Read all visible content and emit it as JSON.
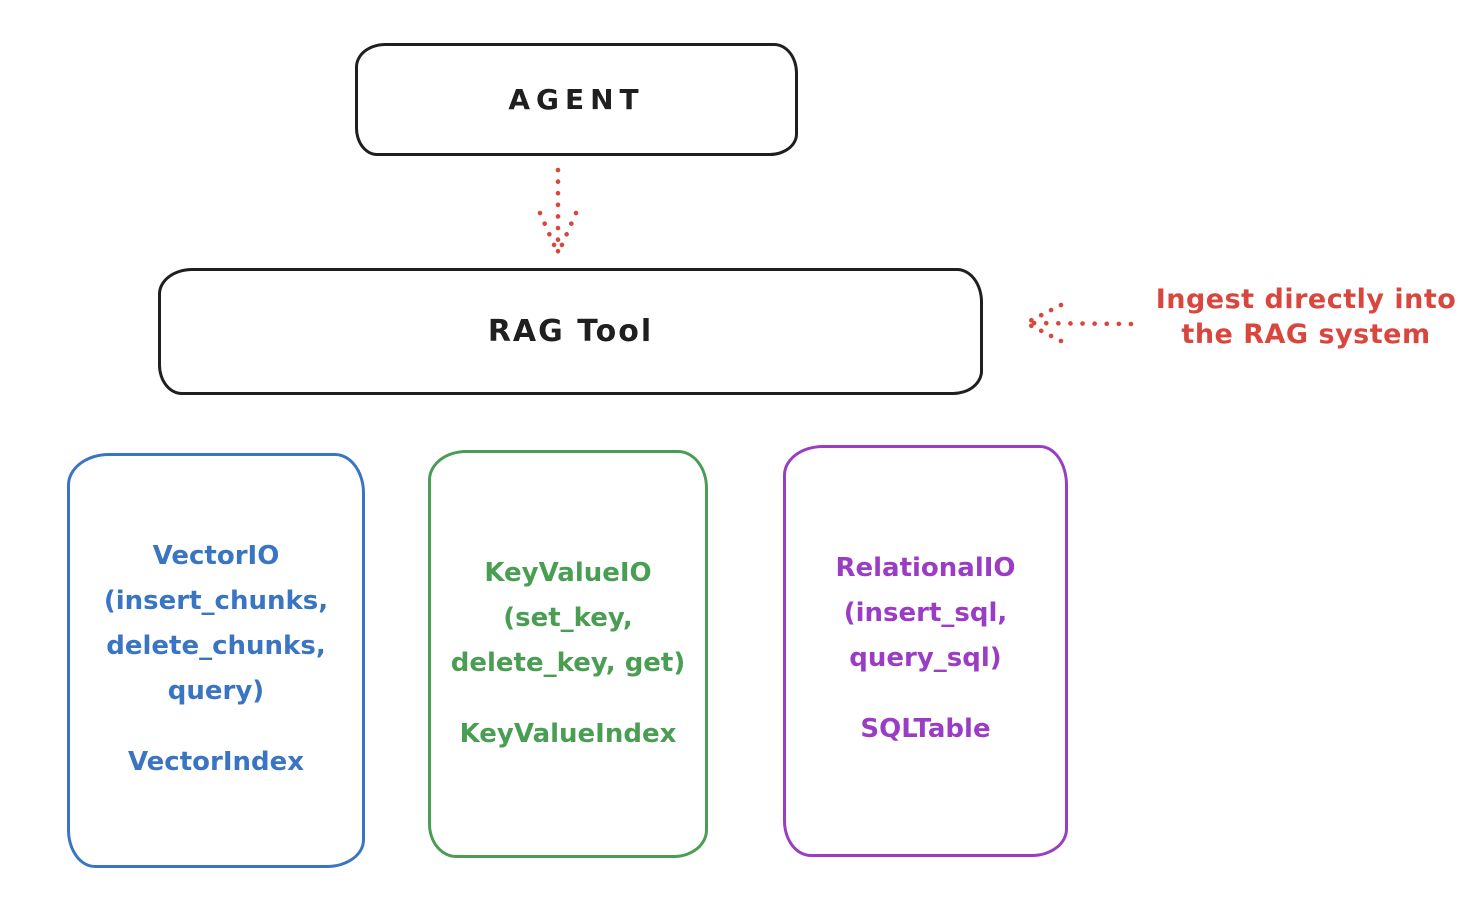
{
  "canvas": {
    "background": "#ffffff"
  },
  "palette": {
    "ink": "#1f1f1f",
    "red": "#d9463e",
    "blue": "#3a75c4",
    "green": "#4a9e53",
    "purple": "#9b3dc4"
  },
  "agent": {
    "label": "AGENT"
  },
  "rag_tool": {
    "label": "RAG Tool"
  },
  "ingest_note": {
    "line1": "Ingest directly into",
    "line2": "the RAG system"
  },
  "vector_io": {
    "title": "VectorIO",
    "args_line1": "(insert_chunks,",
    "args_line2": "delete_chunks,",
    "args_line3": "query)",
    "index": "VectorIndex"
  },
  "key_value_io": {
    "title": "KeyValueIO",
    "args_line1": "(set_key,",
    "args_line2": "delete_key, get)",
    "index": "KeyValueIndex"
  },
  "relational_io": {
    "title": "RelationalIO",
    "args_line1": "(insert_sql,",
    "args_line2": "query_sql)",
    "index": "SQLTable"
  }
}
